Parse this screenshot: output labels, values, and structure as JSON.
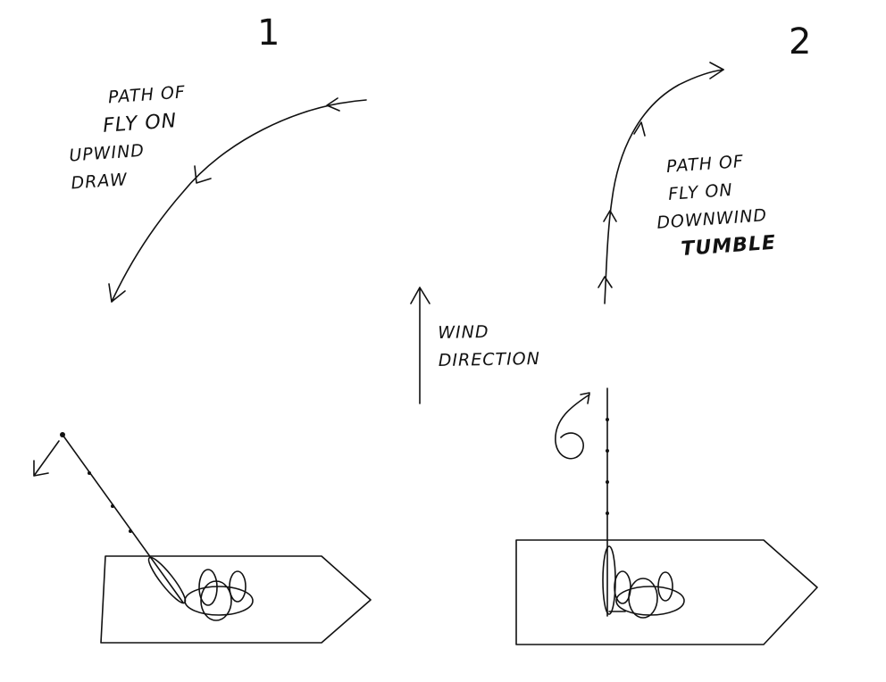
{
  "panel1": {
    "number": "1",
    "label_lines": [
      "PATH OF",
      "FLY ON",
      "UPWIND",
      "DRAW"
    ]
  },
  "panel2": {
    "number": "2",
    "label_lines": [
      "PATH OF",
      "FLY ON",
      "DOWNWIND",
      "TUMBLE"
    ]
  },
  "wind": {
    "label_lines": [
      "WIND",
      "DIRECTION"
    ]
  }
}
